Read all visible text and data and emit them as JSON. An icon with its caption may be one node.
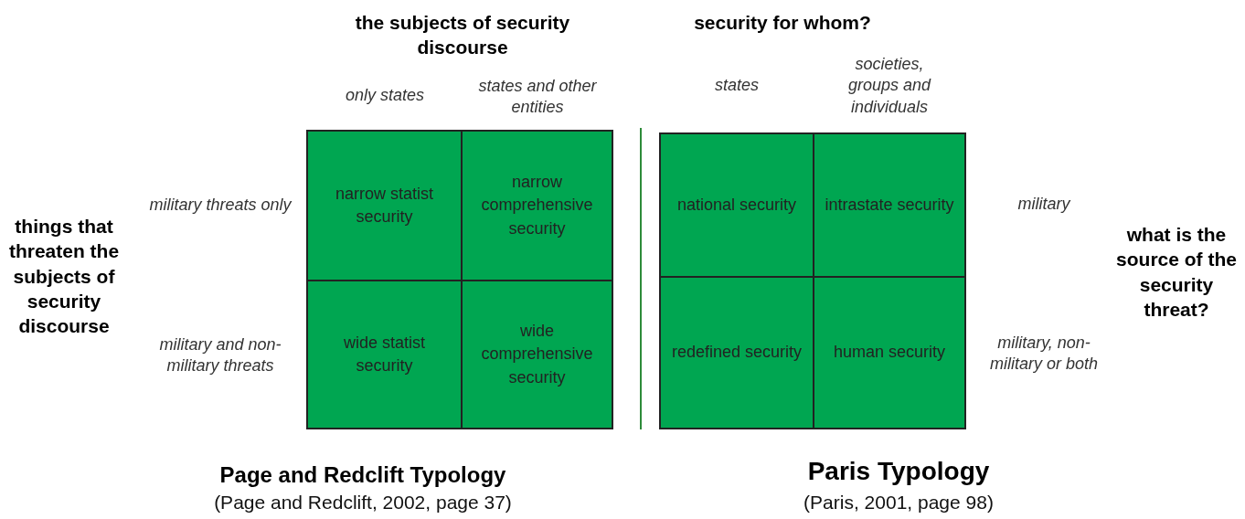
{
  "diagram": {
    "nodes": [
      {
        "text": [
          "narrow statist security"
        ]
      },
      {
        "text": [
          "narrow comprehensive security"
        ]
      },
      {
        "text": [
          "wide statist security"
        ]
      },
      {
        "text": [
          "wide comprehensive security"
        ]
      },
      {
        "text": [
          "national security"
        ]
      },
      {
        "text": [
          "intrastate security"
        ]
      },
      {
        "text": [
          "redefined security"
        ]
      },
      {
        "text": [
          "human security"
        ]
      }
    ],
    "labels": [
      "the subjects of security discourse",
      "security for whom?",
      "only states",
      "states and other entities",
      "states",
      "societies, groups and individuals",
      "military threats only",
      "military",
      "things that threaten the subjects of security discourse",
      "what is the source of the security threat?",
      "military and non-military threats",
      "military, non-military or both",
      "Page and Redclift Typology",
      "Paris Typology",
      "(Page and Redclift, 2002, page 37)",
      "(Paris, 2001, page 98)"
    ]
  }
}
